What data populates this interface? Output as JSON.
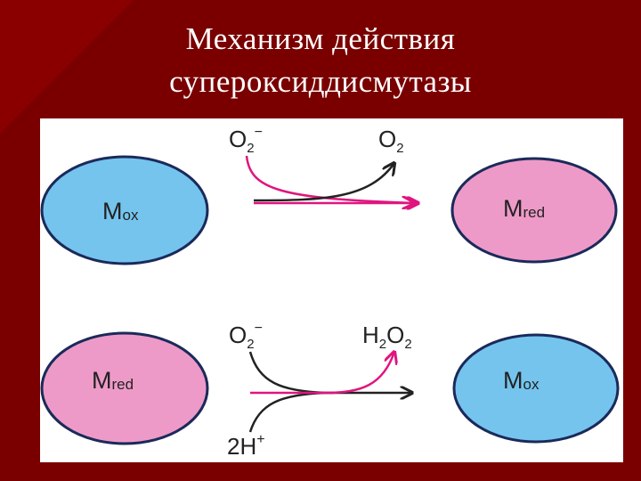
{
  "slide": {
    "title_line1": "Механизм действия",
    "title_line2": "супероксиддисмутазы"
  },
  "diagram": {
    "top": {
      "left_node": {
        "main": "M",
        "sub": "ox"
      },
      "right_node": {
        "main": "M",
        "sub": "red"
      },
      "input": {
        "main": "O",
        "sub": "2",
        "sup": "−"
      },
      "output": {
        "main": "O",
        "sub": "2"
      }
    },
    "bottom": {
      "left_node": {
        "main": "M",
        "sub": "red"
      },
      "right_node": {
        "main": "M",
        "sub": "ox"
      },
      "input": {
        "main": "O",
        "sub": "2",
        "sup": "−"
      },
      "output": {
        "main": "H",
        "sub1": "2",
        "mid": "O",
        "sub2": "2"
      },
      "cofactor": {
        "main": "2H",
        "sup": "+"
      }
    },
    "colors": {
      "ox_fill": "#74c4ee",
      "red_fill": "#ee9ac8",
      "magenta": "#e0157e",
      "arrow_dark": "#222222",
      "background": "#7a0000",
      "panel": "#ffffff"
    }
  }
}
